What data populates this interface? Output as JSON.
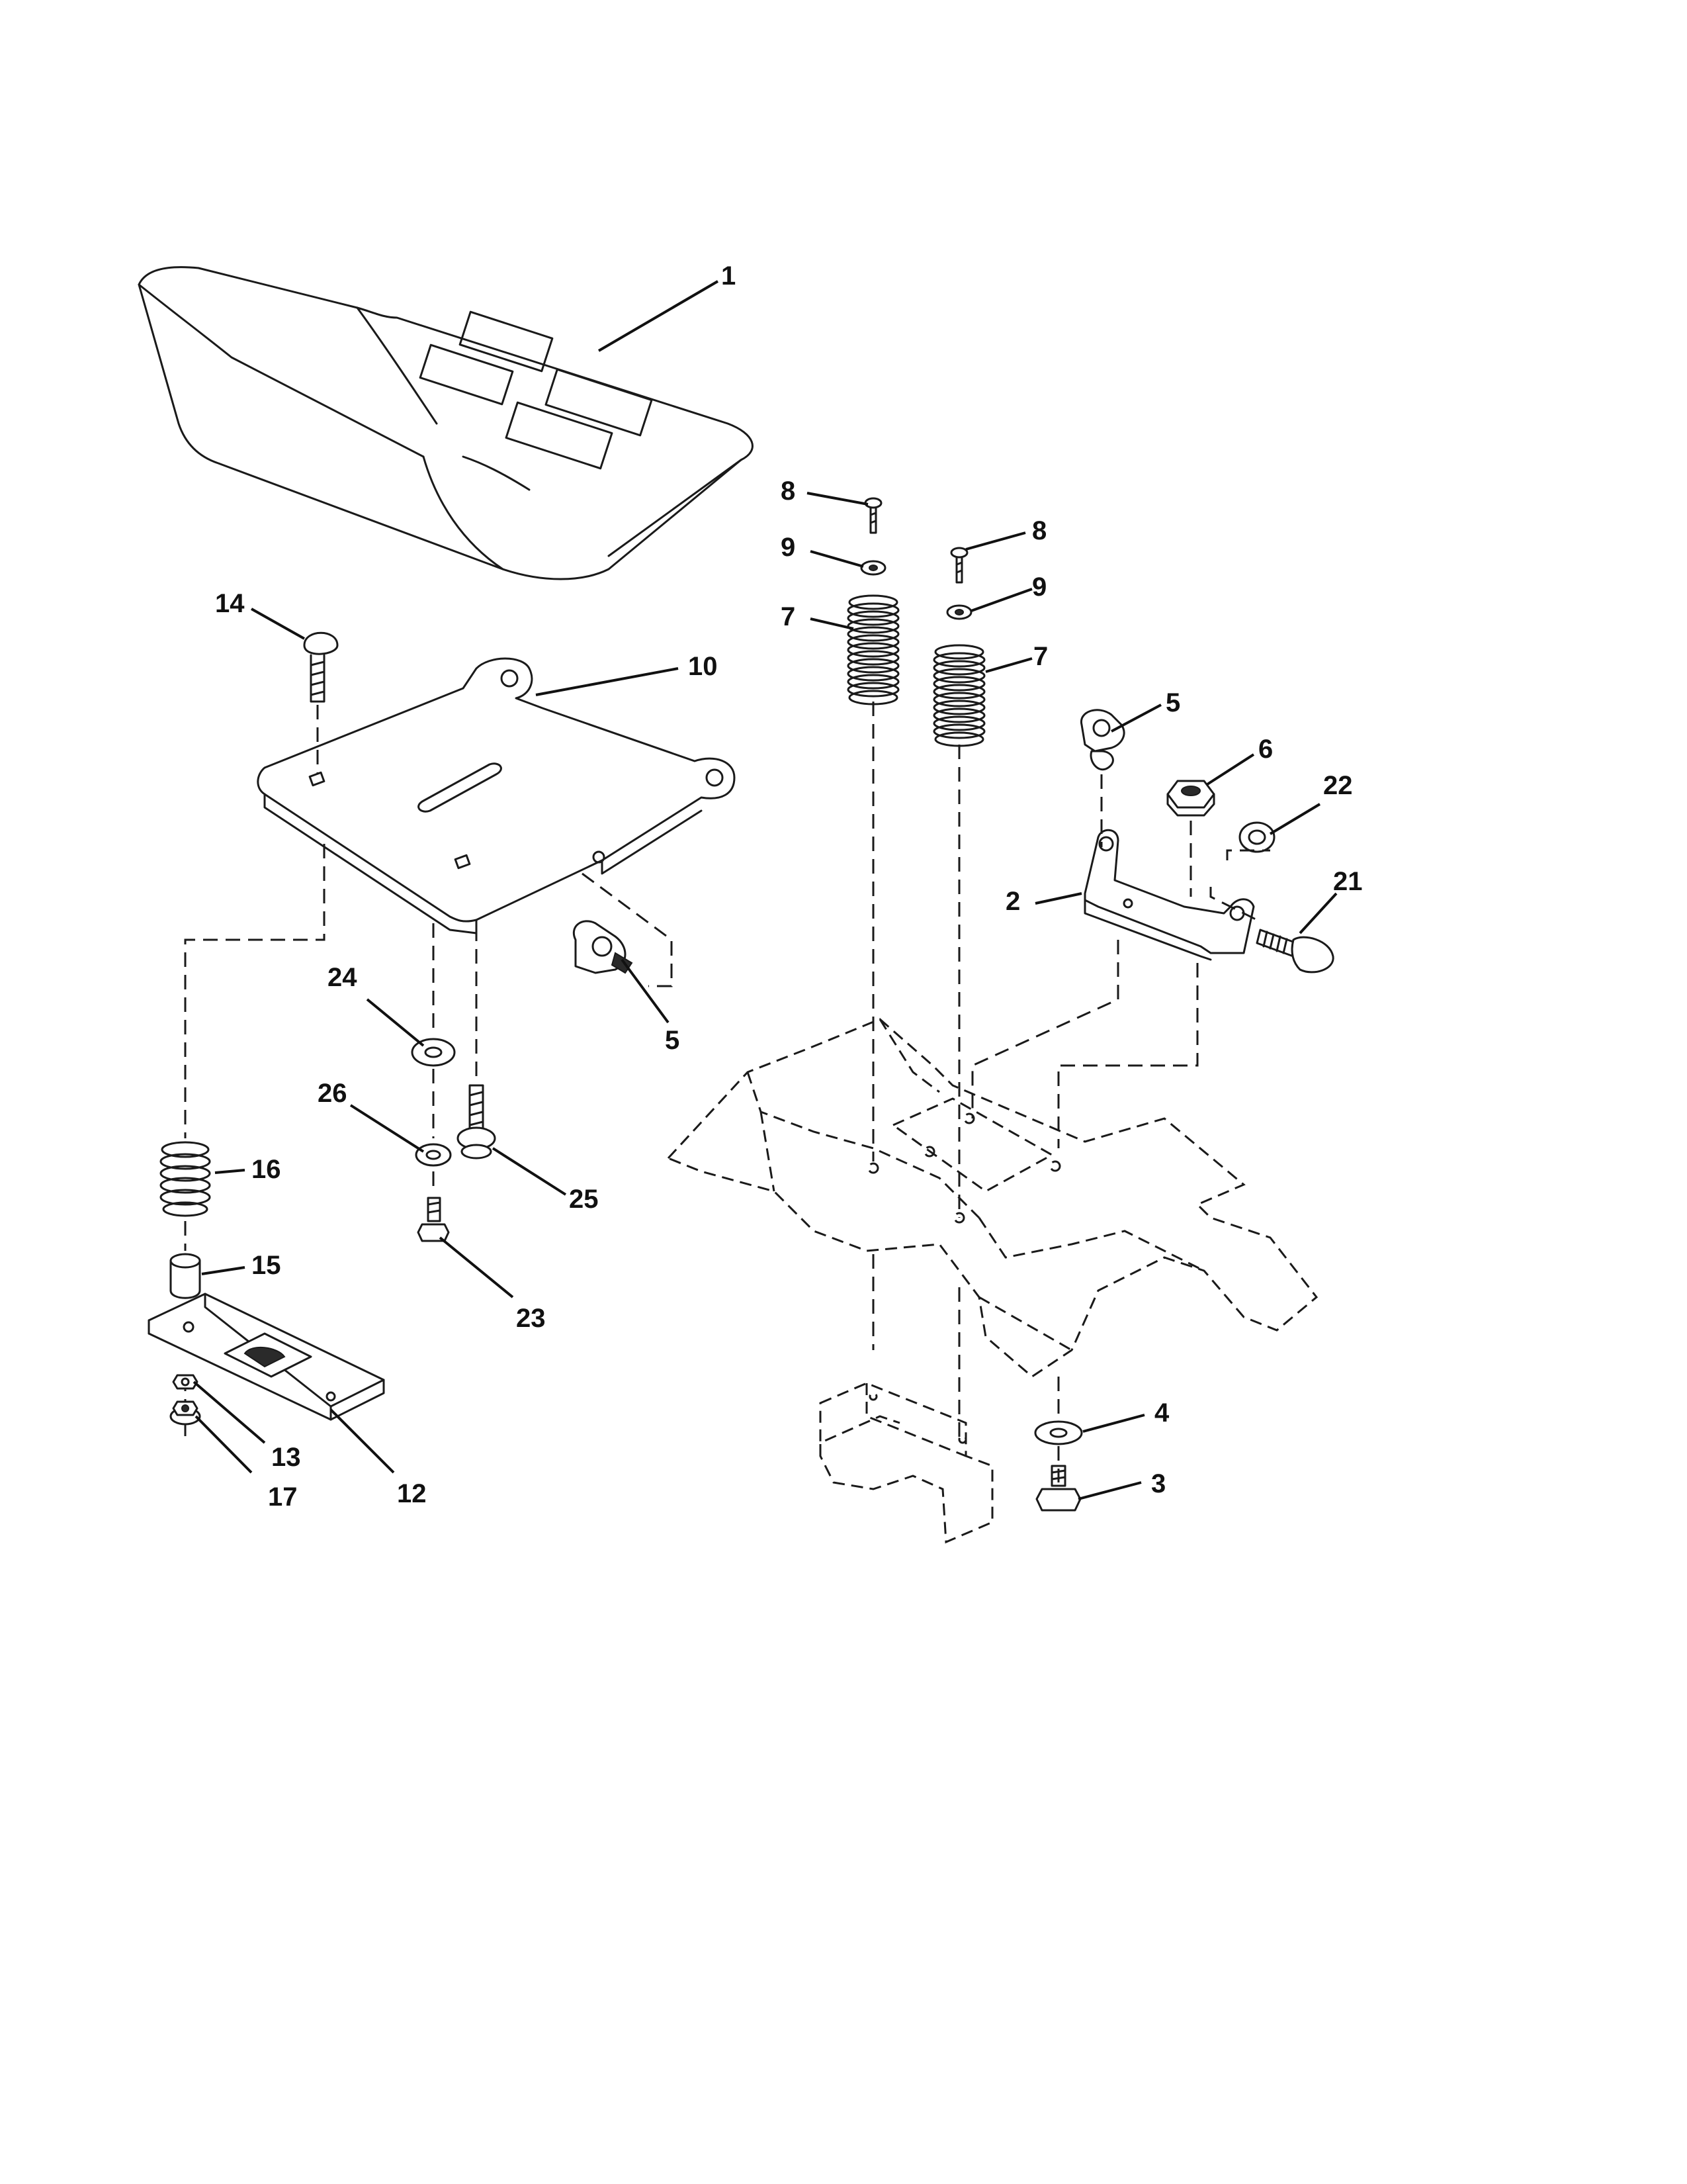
{
  "callouts": {
    "c1": "1",
    "c2": "2",
    "c3": "3",
    "c4": "4",
    "c5a": "5",
    "c5b": "5",
    "c6": "6",
    "c7a": "7",
    "c7b": "7",
    "c8a": "8",
    "c8b": "8",
    "c9a": "9",
    "c9b": "9",
    "c10": "10",
    "c12": "12",
    "c13": "13",
    "c14": "14",
    "c15": "15",
    "c16": "16",
    "c17": "17",
    "c21": "21",
    "c22": "22",
    "c23": "23",
    "c24": "24",
    "c25": "25",
    "c26": "26"
  }
}
